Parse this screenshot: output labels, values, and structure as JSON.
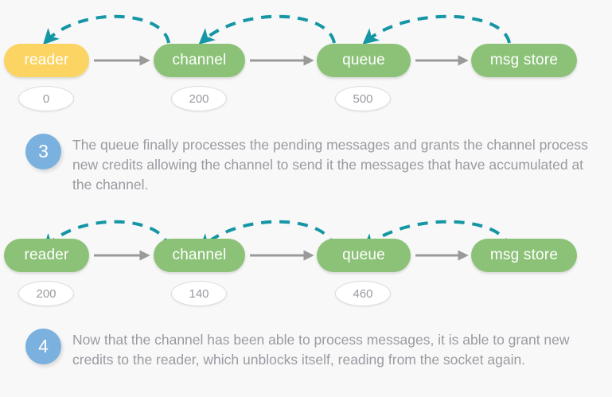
{
  "colors": {
    "background": "#f8f8f8",
    "node_green": "#8CC278",
    "node_yellow": "#FBD464",
    "arc_teal": "#1596A5",
    "connector_gray": "#9a9a9a",
    "badge_blue": "#7BB1DE",
    "text_gray": "#9a9aa2",
    "pill_text": "#9a9aa0"
  },
  "diagram_top": {
    "name": "credit-flow-state-before",
    "nodes": [
      {
        "id": "reader",
        "label": "reader",
        "color": "yellow"
      },
      {
        "id": "channel",
        "label": "channel",
        "color": "green"
      },
      {
        "id": "queue",
        "label": "queue",
        "color": "green"
      },
      {
        "id": "msg_store",
        "label": "msg store",
        "color": "green"
      }
    ],
    "credits": [
      {
        "node": "reader",
        "value": "0"
      },
      {
        "node": "channel",
        "value": "200"
      },
      {
        "node": "queue",
        "value": "500"
      }
    ],
    "flow_arrows": [
      {
        "from": "reader",
        "to": "channel"
      },
      {
        "from": "channel",
        "to": "queue"
      },
      {
        "from": "queue",
        "to": "msg store"
      }
    ],
    "credit_arcs": [
      {
        "from": "channel",
        "to": "reader"
      },
      {
        "from": "queue",
        "to": "channel"
      },
      {
        "from": "msg store",
        "to": "queue"
      }
    ]
  },
  "step_3": {
    "number": "3",
    "text": "The queue finally processes the pending messages and grants the channel process new credits allowing the channel to send it the messages that have accumulated at the channel."
  },
  "diagram_bottom": {
    "name": "credit-flow-state-after",
    "nodes": [
      {
        "id": "reader",
        "label": "reader",
        "color": "green"
      },
      {
        "id": "channel",
        "label": "channel",
        "color": "green"
      },
      {
        "id": "queue",
        "label": "queue",
        "color": "green"
      },
      {
        "id": "msg_store",
        "label": "msg store",
        "color": "green"
      }
    ],
    "credits": [
      {
        "node": "reader",
        "value": "200"
      },
      {
        "node": "channel",
        "value": "140"
      },
      {
        "node": "queue",
        "value": "460"
      }
    ],
    "flow_arrows": [
      {
        "from": "reader",
        "to": "channel"
      },
      {
        "from": "channel",
        "to": "queue"
      },
      {
        "from": "queue",
        "to": "msg store"
      }
    ],
    "credit_arcs": [
      {
        "from": "channel",
        "to": "reader"
      },
      {
        "from": "queue",
        "to": "channel"
      },
      {
        "from": "msg store",
        "to": "queue"
      }
    ]
  },
  "step_4": {
    "number": "4",
    "text": "Now that the channel has been able to process messages, it is able to grant new credits to the reader, which unblocks itself, reading from the socket again."
  }
}
